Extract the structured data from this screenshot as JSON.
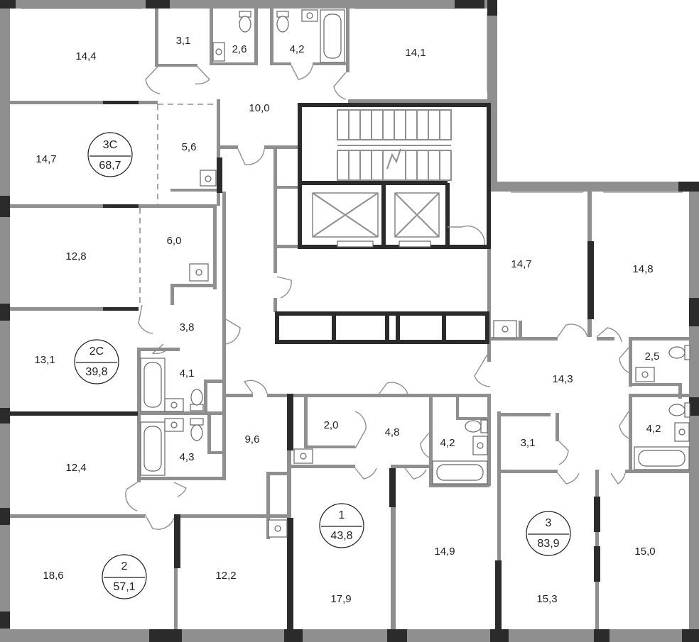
{
  "rooms": [
    {
      "id": "r01",
      "label": "14,4"
    },
    {
      "id": "r02",
      "label": "3,1"
    },
    {
      "id": "r03",
      "label": "2,6"
    },
    {
      "id": "r04",
      "label": "4,2"
    },
    {
      "id": "r05",
      "label": "14,1"
    },
    {
      "id": "r06",
      "label": "10,0"
    },
    {
      "id": "r07",
      "label": "14,7"
    },
    {
      "id": "r08",
      "label": "5,6"
    },
    {
      "id": "r09",
      "label": "12,8"
    },
    {
      "id": "r10",
      "label": "6,0"
    },
    {
      "id": "r11",
      "label": "3,8"
    },
    {
      "id": "r12",
      "label": "13,1"
    },
    {
      "id": "r13",
      "label": "4,1"
    },
    {
      "id": "r14",
      "label": "12,4"
    },
    {
      "id": "r15",
      "label": "4,3"
    },
    {
      "id": "r16",
      "label": "9,6"
    },
    {
      "id": "r17",
      "label": "18,6"
    },
    {
      "id": "r18",
      "label": "12,2"
    },
    {
      "id": "r19",
      "label": "14,7"
    },
    {
      "id": "r20",
      "label": "14,8"
    },
    {
      "id": "r21",
      "label": "2,5"
    },
    {
      "id": "r22",
      "label": "14,3"
    },
    {
      "id": "r23",
      "label": "2,0"
    },
    {
      "id": "r24",
      "label": "4,8"
    },
    {
      "id": "r25",
      "label": "4,2"
    },
    {
      "id": "r26",
      "label": "3,1"
    },
    {
      "id": "r27",
      "label": "4,2"
    },
    {
      "id": "r28",
      "label": "14,9"
    },
    {
      "id": "r29",
      "label": "17,9"
    },
    {
      "id": "r30",
      "label": "15,3"
    },
    {
      "id": "r31",
      "label": "15,0"
    }
  ],
  "apartments": [
    {
      "id": "a3c",
      "number": "3С",
      "area": "68,7"
    },
    {
      "id": "a2c",
      "number": "2С",
      "area": "39,8"
    },
    {
      "id": "a2",
      "number": "2",
      "area": "57,1"
    },
    {
      "id": "a1",
      "number": "1",
      "area": "43,8"
    },
    {
      "id": "a3",
      "number": "3",
      "area": "83,9"
    }
  ]
}
